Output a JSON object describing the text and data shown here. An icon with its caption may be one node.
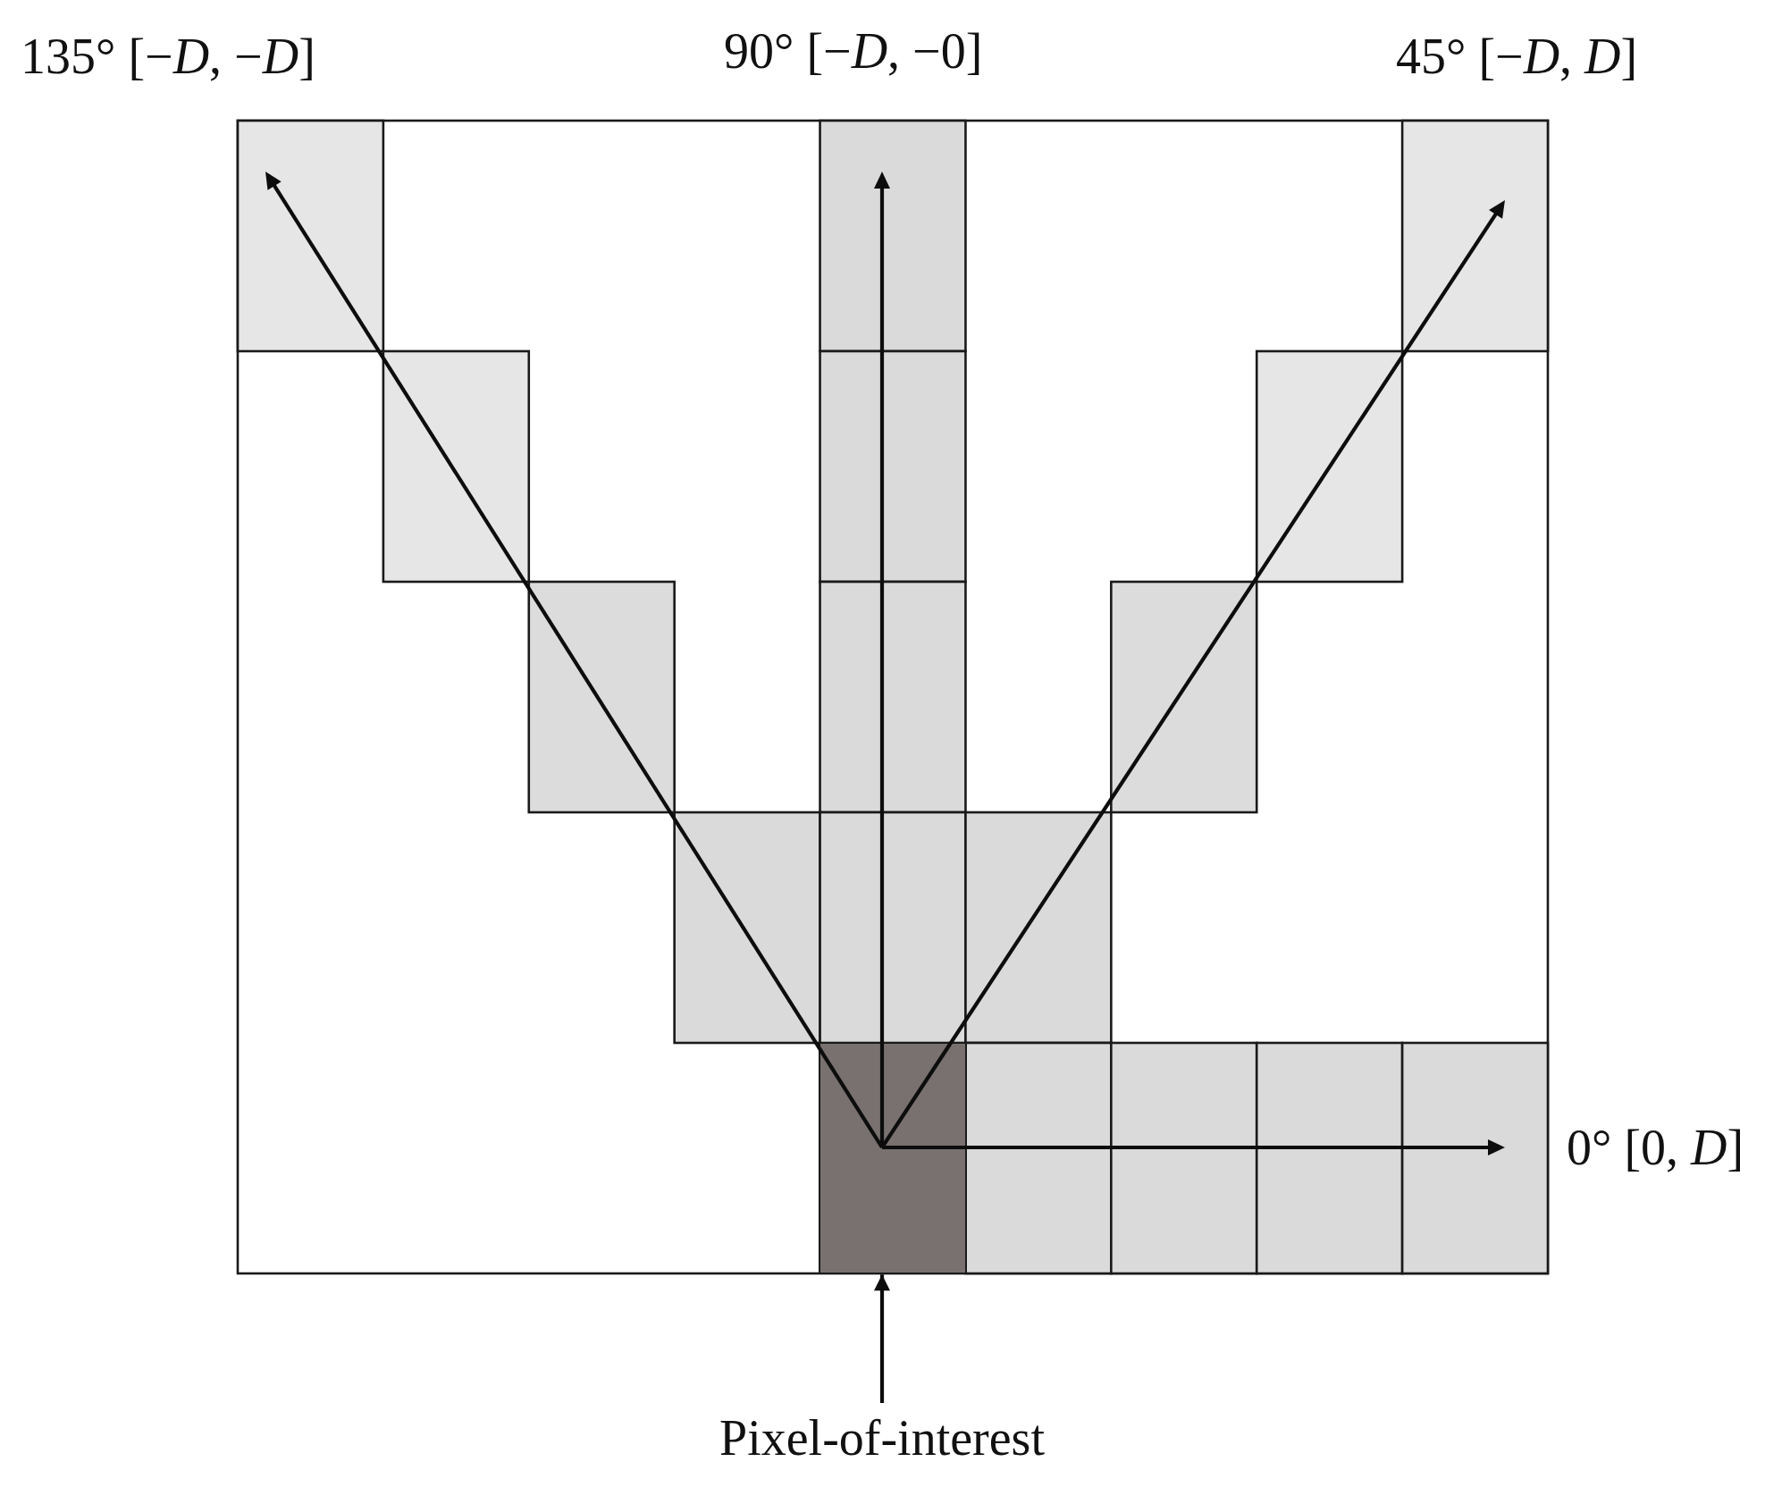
{
  "diagram": {
    "nodes": [
      {
        "text": [],
        "shape": "box"
      },
      {
        "text": [
          "Pixel-of-interest"
        ]
      }
    ],
    "edges": [
      {
        "from": 1,
        "to": 0,
        "arrow": "to"
      }
    ],
    "labels": [
      "135° [−*D*, −*D*]",
      "90° [−*D*, −0]",
      "45° [−*D*, *D*]",
      "0° [0, *D*]"
    ]
  }
}
